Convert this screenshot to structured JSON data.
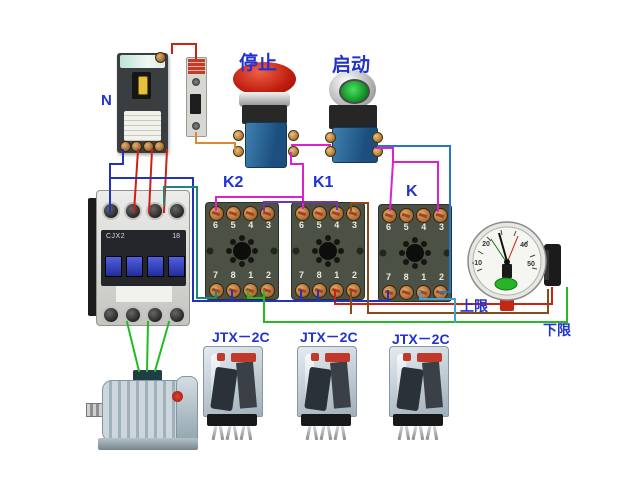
{
  "labels": {
    "neutral": "N",
    "stop": "停止",
    "start": "启动",
    "upper_limit": "上限",
    "lower_limit": "下限"
  },
  "sockets": {
    "labels": [
      "K2",
      "K1",
      "K"
    ],
    "pins_top": [
      "6",
      "5",
      "4",
      "3"
    ],
    "pins_bottom": [
      "7",
      "8",
      "1",
      "2"
    ]
  },
  "contactor": {
    "model": "CJX2",
    "rating": "18"
  },
  "relays": {
    "items": [
      {
        "label": "JTX－2C"
      },
      {
        "label": "JTX－2C"
      },
      {
        "label": "JTX－2C"
      }
    ]
  },
  "gauge": {
    "dial_numbers": [
      "20",
      "40",
      "50",
      "-10"
    ]
  },
  "wire_colors": {
    "red": "#cc2211",
    "orange": "#dd8833",
    "blue": "#2233bb",
    "mid_blue": "#2277cc",
    "cyan": "#3fa0dd",
    "teal": "#1a8877",
    "green": "#22bb22",
    "magenta": "#dd22cc",
    "purple": "#7733aa",
    "brown": "#8a4a1a"
  }
}
